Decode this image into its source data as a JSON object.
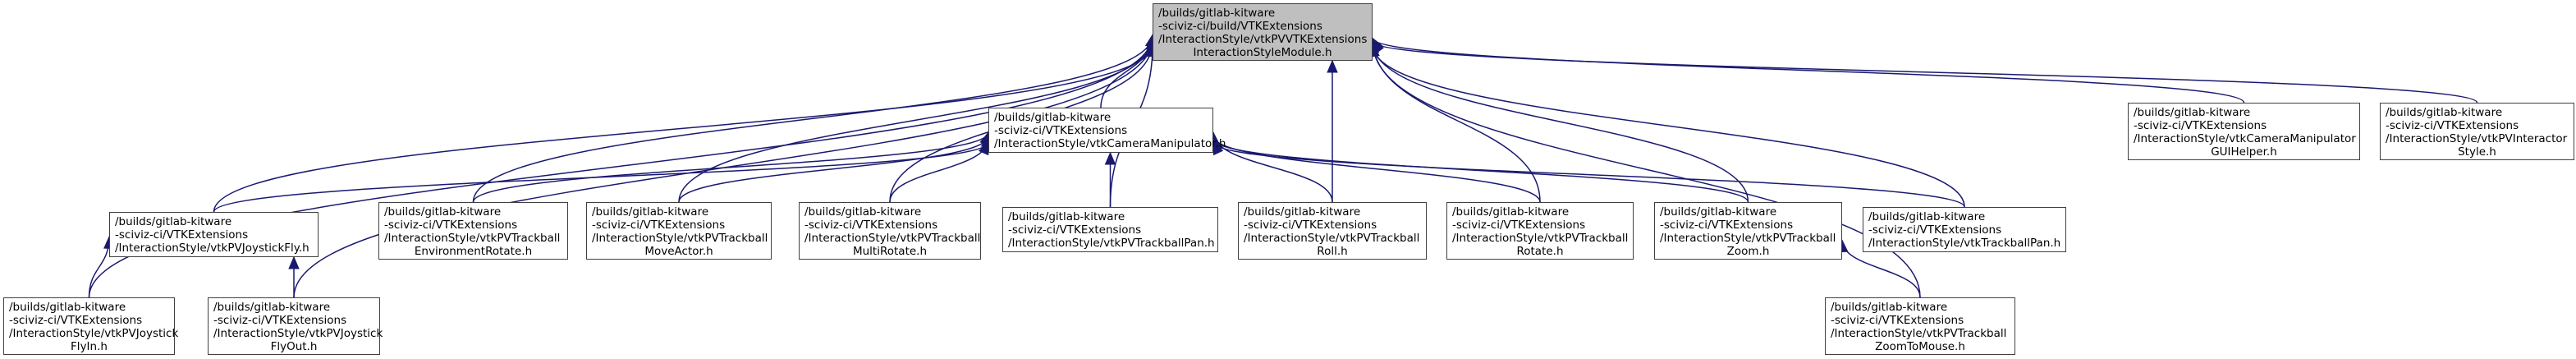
{
  "title": "Include dependency graph (included-by) for vtkPVVTKExtensionsInteractionStyleModule.h",
  "colors": {
    "edge": "#191970",
    "root_fill": "#bfbfbf",
    "node_border": "#404040"
  },
  "nodes": [
    {
      "id": "root",
      "lines": [
        "/builds/gitlab-kitware",
        "-sciviz-ci/build/VTKExtensions",
        "/InteractionStyle/vtkPVVTKExtensions"
      ],
      "last": "InteractionStyleModule.h"
    },
    {
      "id": "camman",
      "lines": [
        "/builds/gitlab-kitware",
        "-sciviz-ci/VTKExtensions",
        "/InteractionStyle/vtkCameraManipulator.h"
      ],
      "last": ""
    },
    {
      "id": "guihelper",
      "lines": [
        "/builds/gitlab-kitware",
        "-sciviz-ci/VTKExtensions",
        "/InteractionStyle/vtkCameraManipulator"
      ],
      "last": "GUIHelper.h"
    },
    {
      "id": "interactorstyle",
      "lines": [
        "/builds/gitlab-kitware",
        "-sciviz-ci/VTKExtensions",
        "/InteractionStyle/vtkPVInteractor"
      ],
      "last": "Style.h"
    },
    {
      "id": "joystickfly",
      "lines": [
        "/builds/gitlab-kitware",
        "-sciviz-ci/VTKExtensions",
        "/InteractionStyle/vtkPVJoystickFly.h"
      ],
      "last": ""
    },
    {
      "id": "envrotate",
      "lines": [
        "/builds/gitlab-kitware",
        "-sciviz-ci/VTKExtensions",
        "/InteractionStyle/vtkPVTrackball"
      ],
      "last": "EnvironmentRotate.h"
    },
    {
      "id": "moveactor",
      "lines": [
        "/builds/gitlab-kitware",
        "-sciviz-ci/VTKExtensions",
        "/InteractionStyle/vtkPVTrackball"
      ],
      "last": "MoveActor.h"
    },
    {
      "id": "multirotate",
      "lines": [
        "/builds/gitlab-kitware",
        "-sciviz-ci/VTKExtensions",
        "/InteractionStyle/vtkPVTrackball"
      ],
      "last": "MultiRotate.h"
    },
    {
      "id": "pvpan",
      "lines": [
        "/builds/gitlab-kitware",
        "-sciviz-ci/VTKExtensions",
        "/InteractionStyle/vtkPVTrackballPan.h"
      ],
      "last": ""
    },
    {
      "id": "roll",
      "lines": [
        "/builds/gitlab-kitware",
        "-sciviz-ci/VTKExtensions",
        "/InteractionStyle/vtkPVTrackball"
      ],
      "last": "Roll.h"
    },
    {
      "id": "rotate",
      "lines": [
        "/builds/gitlab-kitware",
        "-sciviz-ci/VTKExtensions",
        "/InteractionStyle/vtkPVTrackball"
      ],
      "last": "Rotate.h"
    },
    {
      "id": "zoom",
      "lines": [
        "/builds/gitlab-kitware",
        "-sciviz-ci/VTKExtensions",
        "/InteractionStyle/vtkPVTrackball"
      ],
      "last": "Zoom.h"
    },
    {
      "id": "vtkpan",
      "lines": [
        "/builds/gitlab-kitware",
        "-sciviz-ci/VTKExtensions",
        "/InteractionStyle/vtkTrackballPan.h"
      ],
      "last": ""
    },
    {
      "id": "flyin",
      "lines": [
        "/builds/gitlab-kitware",
        "-sciviz-ci/VTKExtensions",
        "/InteractionStyle/vtkPVJoystick"
      ],
      "last": "FlyIn.h"
    },
    {
      "id": "flyout",
      "lines": [
        "/builds/gitlab-kitware",
        "-sciviz-ci/VTKExtensions",
        "/InteractionStyle/vtkPVJoystick"
      ],
      "last": "FlyOut.h"
    },
    {
      "id": "zoomtomouse",
      "lines": [
        "/builds/gitlab-kitware",
        "-sciviz-ci/VTKExtensions",
        "/InteractionStyle/vtkPVTrackball"
      ],
      "last": "ZoomToMouse.h"
    }
  ],
  "edges": [
    [
      "camman",
      "root"
    ],
    [
      "guihelper",
      "root"
    ],
    [
      "interactorstyle",
      "root"
    ],
    [
      "joystickfly",
      "root"
    ],
    [
      "envrotate",
      "root"
    ],
    [
      "moveactor",
      "root"
    ],
    [
      "multirotate",
      "root"
    ],
    [
      "pvpan",
      "root"
    ],
    [
      "roll",
      "root"
    ],
    [
      "rotate",
      "root"
    ],
    [
      "zoom",
      "root"
    ],
    [
      "vtkpan",
      "root"
    ],
    [
      "flyin",
      "root"
    ],
    [
      "flyout",
      "root"
    ],
    [
      "zoomtomouse",
      "root"
    ],
    [
      "joystickfly",
      "camman"
    ],
    [
      "envrotate",
      "camman"
    ],
    [
      "moveactor",
      "camman"
    ],
    [
      "multirotate",
      "camman"
    ],
    [
      "pvpan",
      "camman"
    ],
    [
      "roll",
      "camman"
    ],
    [
      "rotate",
      "camman"
    ],
    [
      "zoom",
      "camman"
    ],
    [
      "vtkpan",
      "camman"
    ],
    [
      "flyin",
      "joystickfly"
    ],
    [
      "flyout",
      "joystickfly"
    ],
    [
      "zoomtomouse",
      "zoom"
    ]
  ]
}
